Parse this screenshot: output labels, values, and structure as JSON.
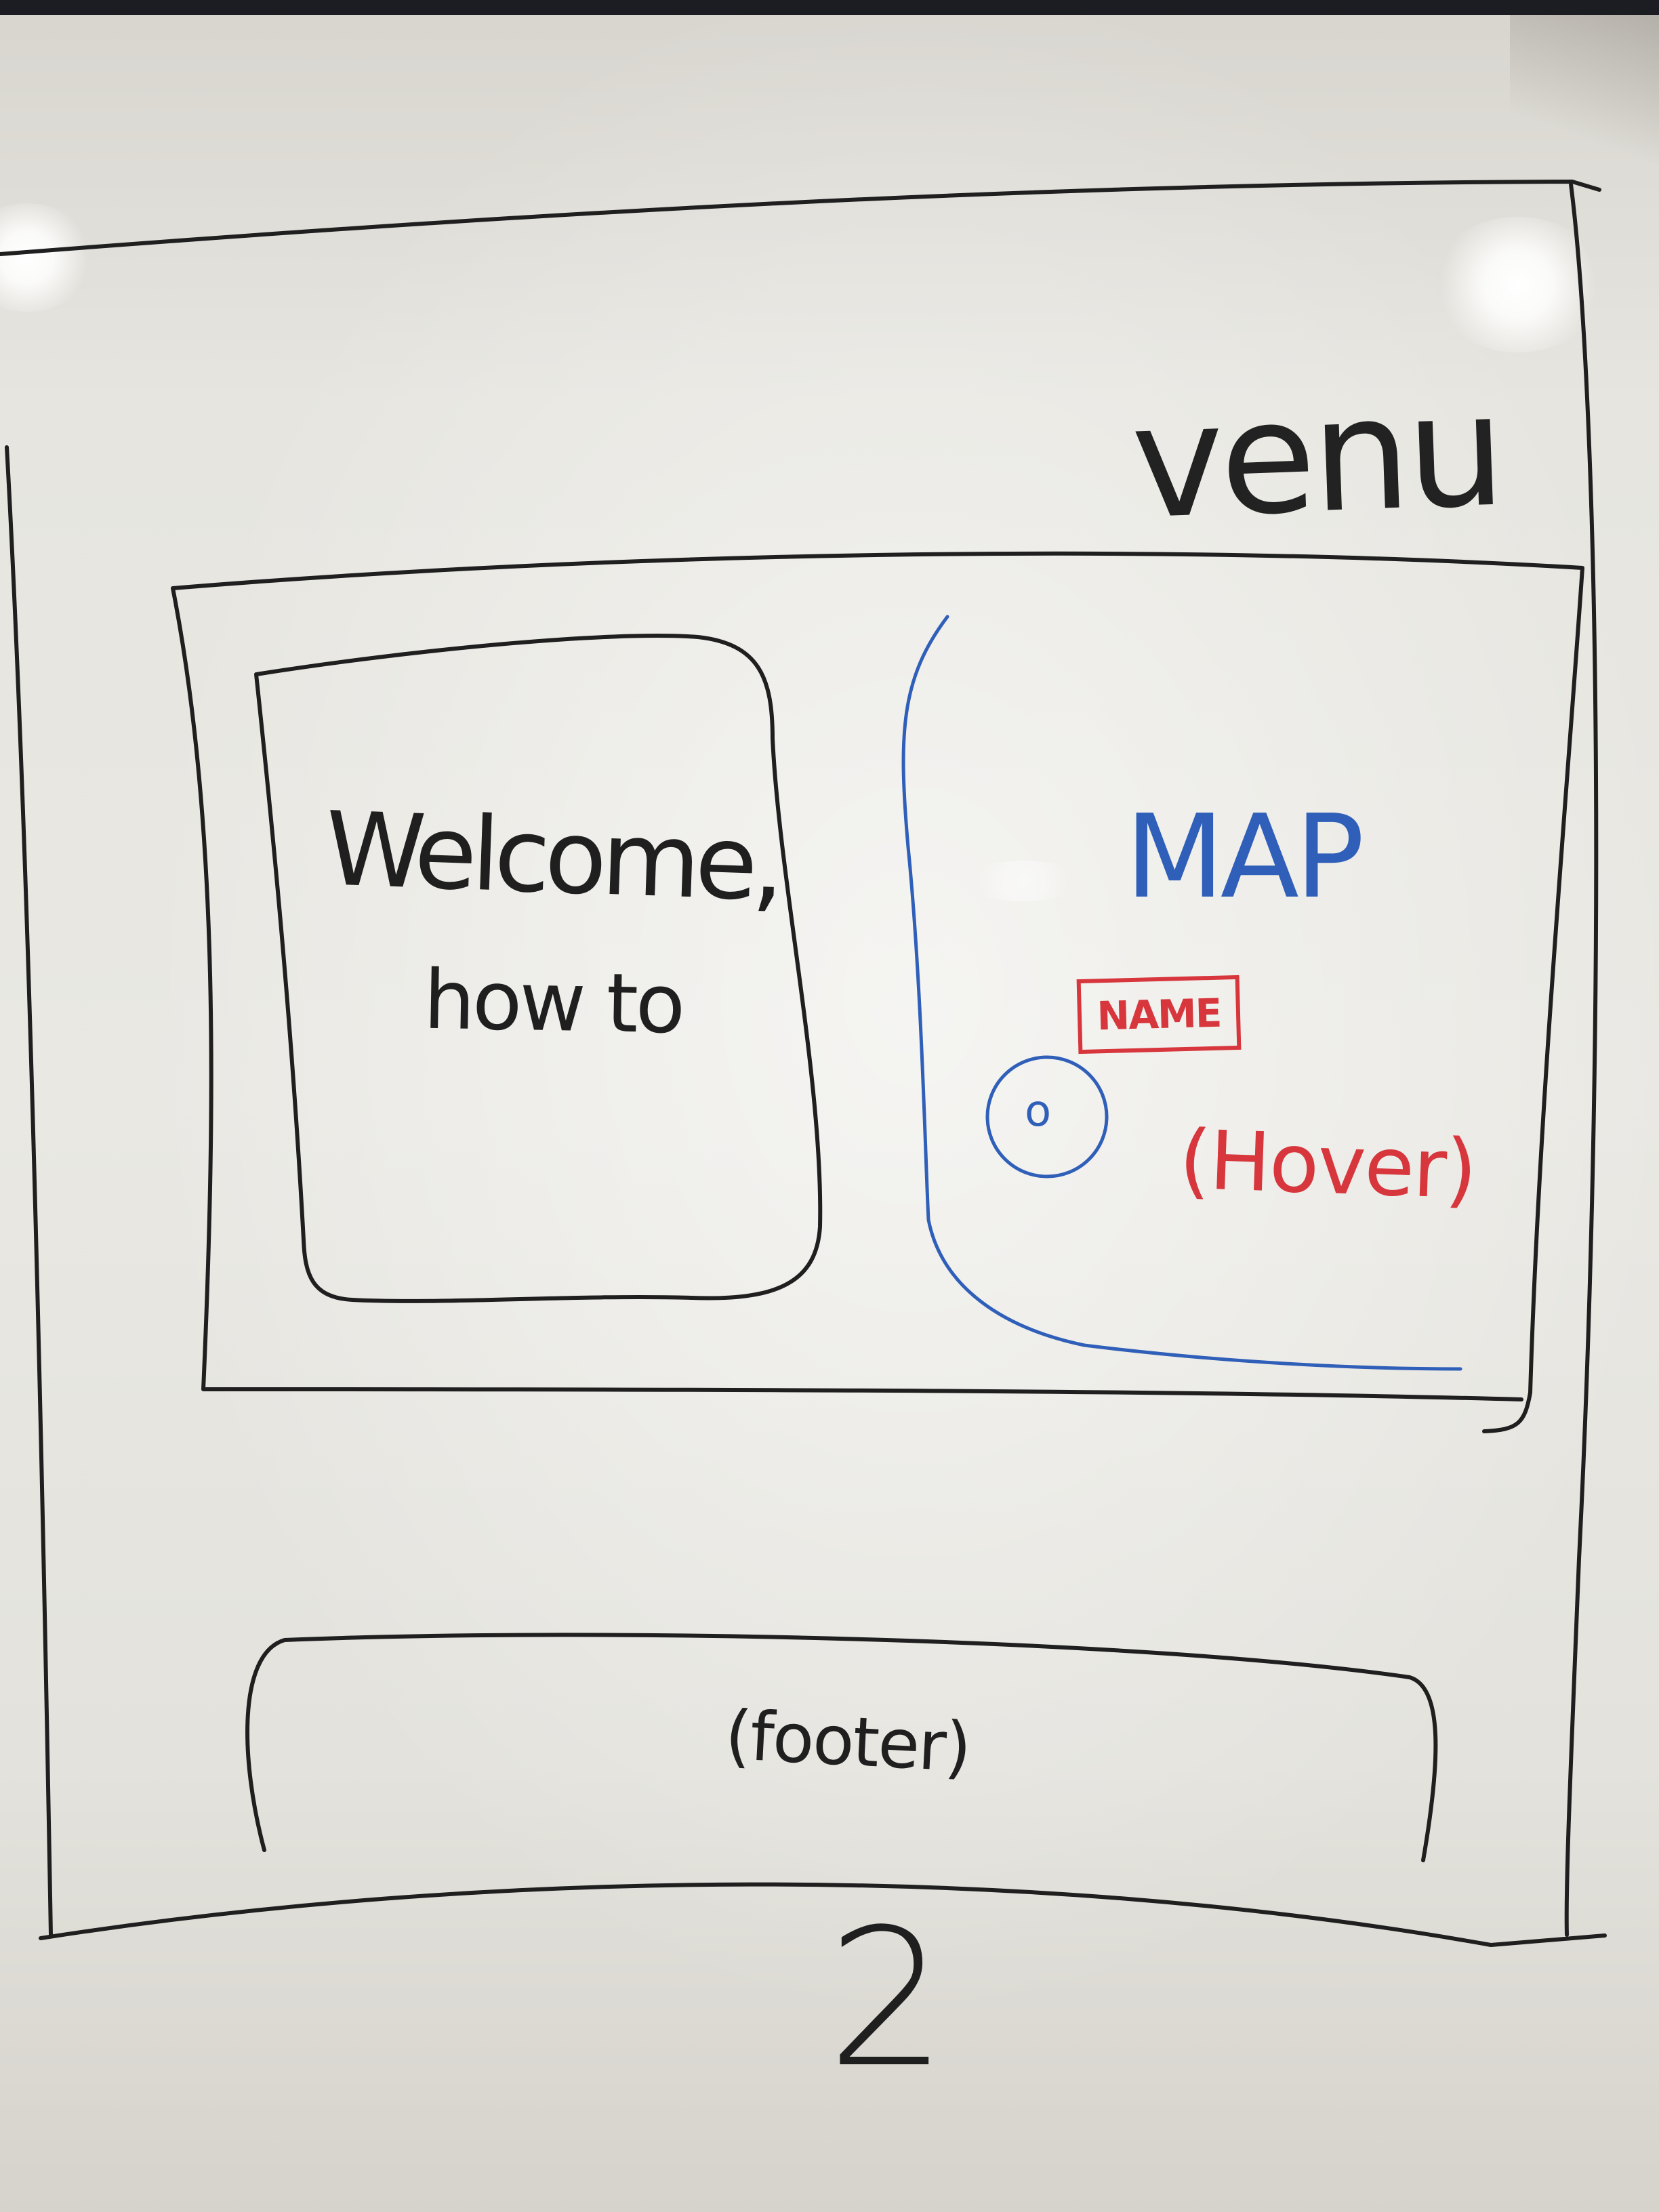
{
  "whiteboard": {
    "brand": "venu",
    "welcome_panel": {
      "line1": "Welcome,",
      "line2": "how to"
    },
    "map_panel": {
      "title": "MAP",
      "pin_label": "NAME",
      "pin_marker": "o",
      "note": "(Hover)"
    },
    "footer": {
      "label": "(footer)"
    },
    "page_number": "2"
  },
  "ink_colors": {
    "black": "#1f1f1f",
    "blue": "#2f5fb8",
    "red": "#d7363c"
  }
}
